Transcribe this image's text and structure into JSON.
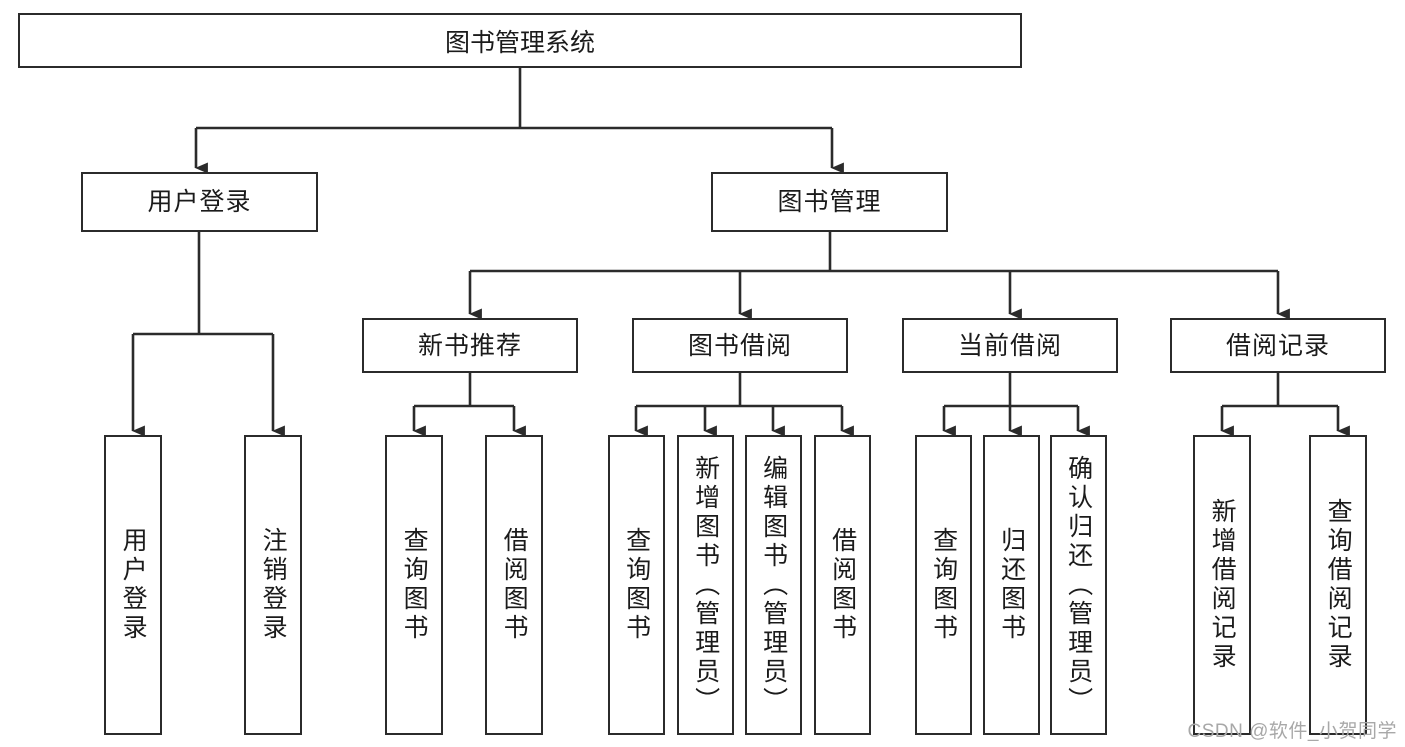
{
  "diagram": {
    "title": "图书管理系统",
    "type": "tree-hierarchy-chart",
    "watermark": "CSDN @软件_小贺同学",
    "colors": {
      "stroke": "#2b2b2b",
      "fill": "#ffffff",
      "text": "#1b1b1b",
      "watermark": "#a8a8a8"
    },
    "root": {
      "label": "图书管理系统"
    },
    "level2": [
      {
        "id": "user-login",
        "label": "用户登录"
      },
      {
        "id": "book-manage",
        "label": "图书管理"
      }
    ],
    "level3": [
      {
        "id": "new-book-rec",
        "label": "新书推荐"
      },
      {
        "id": "book-borrow",
        "label": "图书借阅"
      },
      {
        "id": "current-borrow",
        "label": "当前借阅"
      },
      {
        "id": "borrow-record",
        "label": "借阅记录"
      }
    ],
    "leaves": {
      "user_login": [
        {
          "id": "leaf-user-login",
          "label": "用户登录"
        },
        {
          "id": "leaf-logout",
          "label": "注销登录"
        }
      ],
      "new_book_rec": [
        {
          "id": "leaf-query-book-1",
          "label": "查询图书"
        },
        {
          "id": "leaf-borrow-book-1",
          "label": "借阅图书"
        }
      ],
      "book_borrow": [
        {
          "id": "leaf-query-book-2",
          "label": "查询图书"
        },
        {
          "id": "leaf-add-book",
          "label": "新增图书（管理员）"
        },
        {
          "id": "leaf-edit-book",
          "label": "编辑图书（管理员）"
        },
        {
          "id": "leaf-borrow-book-2",
          "label": "借阅图书"
        }
      ],
      "current_borrow": [
        {
          "id": "leaf-query-book-3",
          "label": "查询图书"
        },
        {
          "id": "leaf-return-book",
          "label": "归还图书"
        },
        {
          "id": "leaf-confirm-return",
          "label": "确认归还（管理员）"
        }
      ],
      "borrow_record": [
        {
          "id": "leaf-add-record",
          "label": "新增借阅记录"
        },
        {
          "id": "leaf-query-record",
          "label": "查询借阅记录"
        }
      ]
    }
  }
}
